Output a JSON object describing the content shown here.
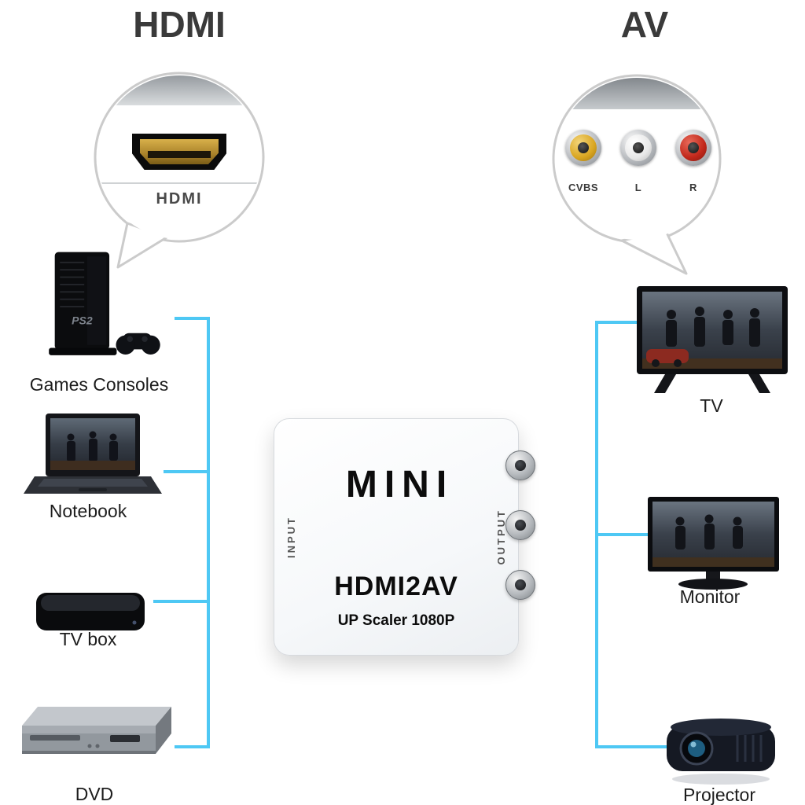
{
  "headings": {
    "left": "HDMI",
    "right": "AV"
  },
  "hdmi_bubble": {
    "port_label": "HDMI"
  },
  "av_bubble": {
    "jacks": [
      {
        "label": "CVBS",
        "color": "#d9a520"
      },
      {
        "label": "L",
        "color": "#f4f4f4"
      },
      {
        "label": "R",
        "color": "#c1271a"
      }
    ]
  },
  "converter": {
    "brand": "MINI",
    "model": "HDMI2AV",
    "subtitle": "UP Scaler 1080P",
    "input_label": "INPUT",
    "output_label": "OUTPUT"
  },
  "sources": [
    {
      "label": "Games Consoles",
      "badge": "PS2"
    },
    {
      "label": "Notebook"
    },
    {
      "label": "TV box"
    },
    {
      "label": "DVD"
    }
  ],
  "sinks": [
    {
      "label": "TV"
    },
    {
      "label": "Monitor"
    },
    {
      "label": "Projector"
    }
  ],
  "colors": {
    "connector_line": "#4ec8f4",
    "heading_text": "#3a3a3a",
    "label_text": "#1d1d1d"
  }
}
